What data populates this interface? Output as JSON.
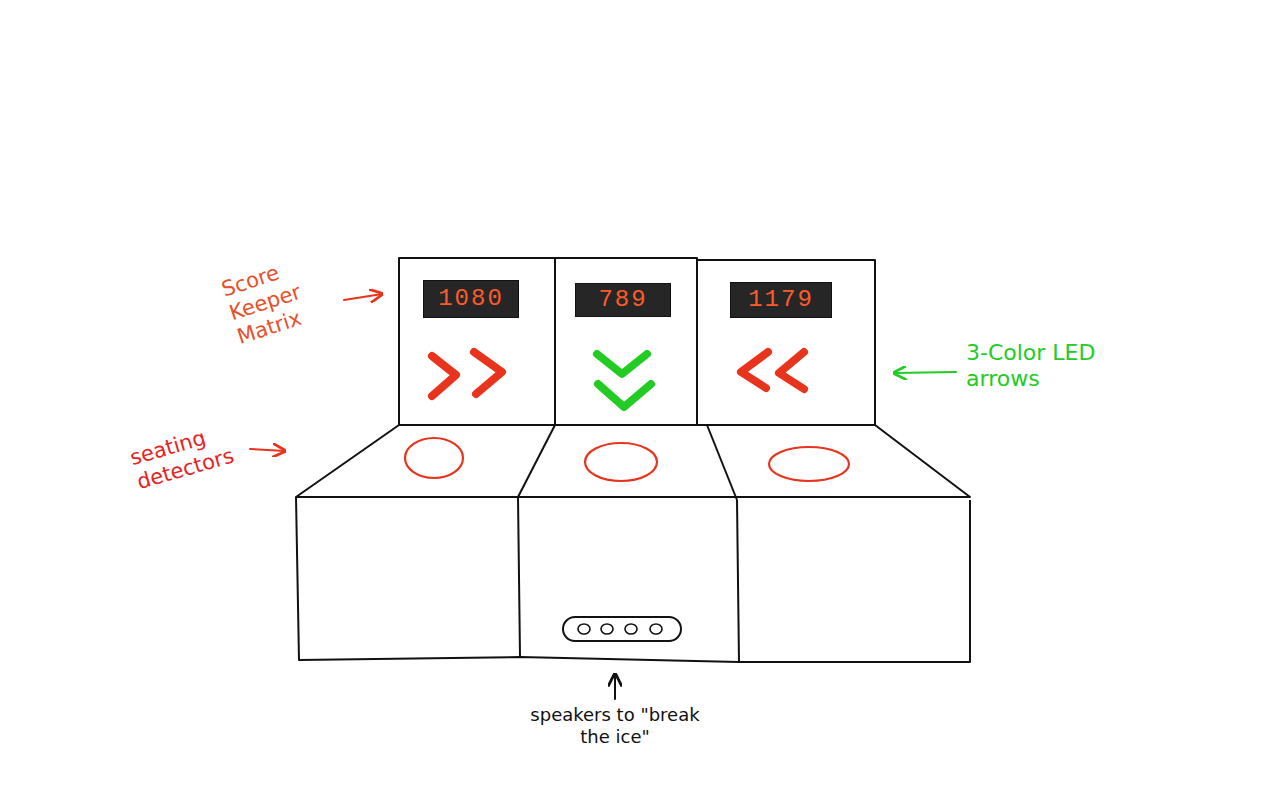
{
  "diagram": {
    "nodes": [
      {
        "text": [
          "1080"
        ]
      },
      {
        "text": [
          "789"
        ]
      },
      {
        "text": [
          "1179"
        ]
      }
    ],
    "labels": [
      "Score Keeper Matrix",
      "3-Color LED arrows",
      "seating detectors",
      "speakers to \"break the ice\""
    ]
  }
}
